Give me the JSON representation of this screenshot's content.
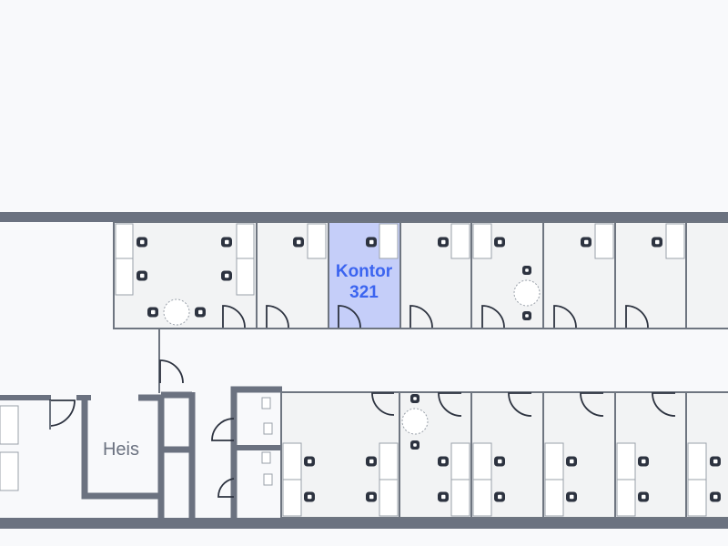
{
  "map": {
    "selected_room": {
      "label_line1": "Kontor",
      "label_line2": "321",
      "highlight_color": "#c5cef9",
      "text_color": "#3b64f0"
    },
    "elevator": {
      "label": "Heis"
    },
    "colors": {
      "wall": "#6b7280",
      "room_fill": "#f2f3f4",
      "background": "#f8f9fb",
      "furniture": "#2d3340"
    }
  }
}
